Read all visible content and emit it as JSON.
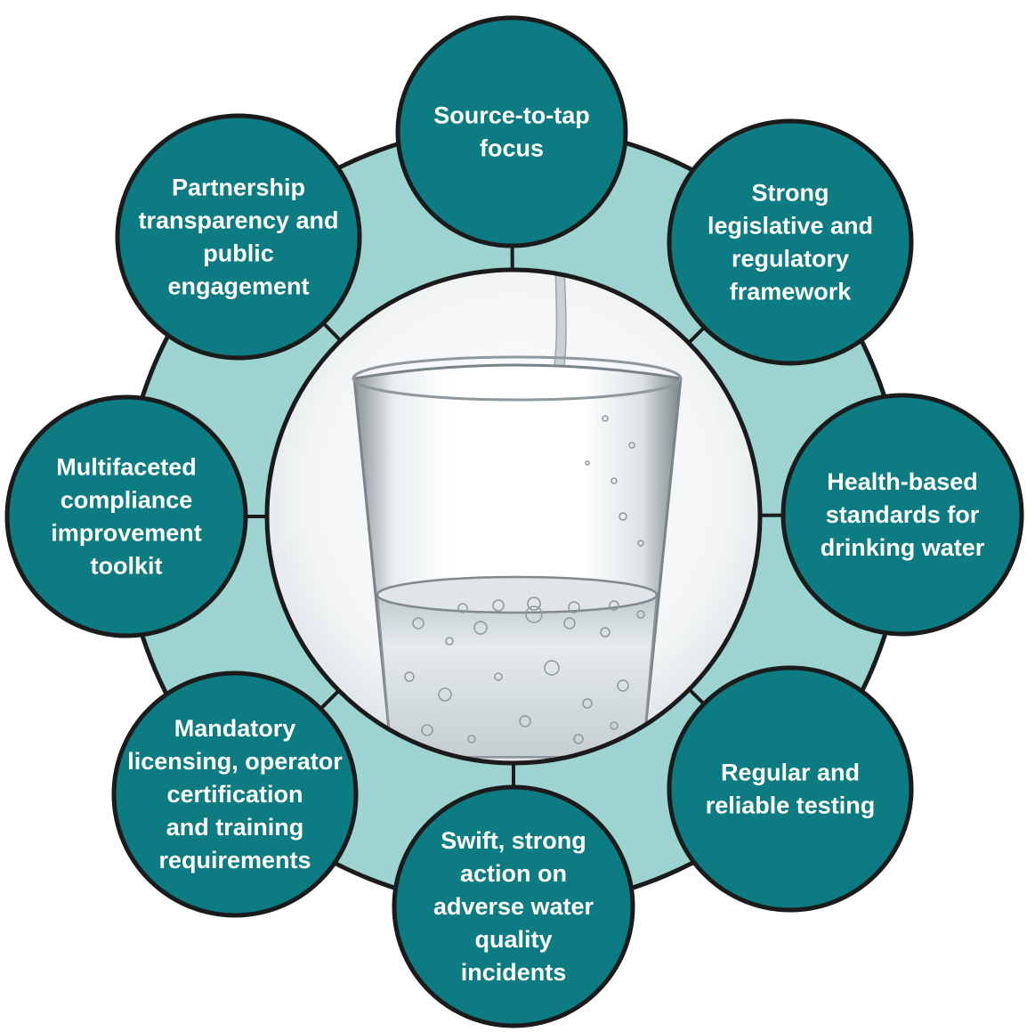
{
  "colors": {
    "ring_fill": "#9dd3d1",
    "node_fill": "#0d7b82",
    "outline": "#1b1b1b",
    "label_text": "#ffffff",
    "center_background": "#ffffff"
  },
  "center": {
    "image": "glass-of-water-being-poured"
  },
  "nodes": [
    {
      "id": "source-to-tap",
      "lines": [
        "Source-to-tap",
        "focus"
      ]
    },
    {
      "id": "legislative-framework",
      "lines": [
        "Strong",
        "legislative and",
        "regulatory",
        "framework"
      ]
    },
    {
      "id": "health-based-standards",
      "lines": [
        "Health-based",
        "standards for",
        "drinking water"
      ]
    },
    {
      "id": "regular-testing",
      "lines": [
        "Regular and",
        "reliable testing"
      ]
    },
    {
      "id": "swift-action",
      "lines": [
        "Swift, strong",
        "action on",
        "adverse water",
        "quality",
        "incidents"
      ]
    },
    {
      "id": "mandatory-licensing",
      "lines": [
        "Mandatory",
        "licensing, operator",
        "certification",
        "and training",
        "requirements"
      ]
    },
    {
      "id": "compliance-toolkit",
      "lines": [
        "Multifaceted",
        "compliance",
        "improvement",
        "toolkit"
      ]
    },
    {
      "id": "partnership-transparency",
      "lines": [
        "Partnership",
        "transparency and",
        "public",
        "engagement"
      ]
    }
  ]
}
